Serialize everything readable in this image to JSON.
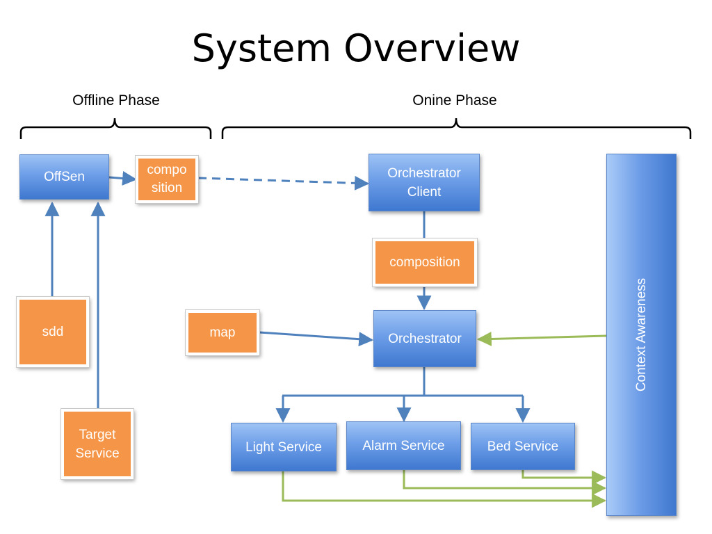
{
  "title": "System Overview",
  "phases": {
    "offline": "Offline Phase",
    "online": "Onine Phase"
  },
  "nodes": {
    "offsen": "OffSen",
    "composition_small_1": "compo",
    "composition_small_2": "sition",
    "sdd": "sdd",
    "target_service_1": "Target",
    "target_service_2": "Service",
    "orchestrator_client_1": "Orchestrator",
    "orchestrator_client_2": "Client",
    "composition": "composition",
    "map": "map",
    "orchestrator": "Orchestrator",
    "light_service": "Light Service",
    "alarm_service": "Alarm Service",
    "bed_service": "Bed Service",
    "context_awareness": "Context Awareness"
  },
  "colors": {
    "blue_connector": "#4f81bd",
    "green_connector": "#9bbb59",
    "orange_box": "#f79646"
  }
}
